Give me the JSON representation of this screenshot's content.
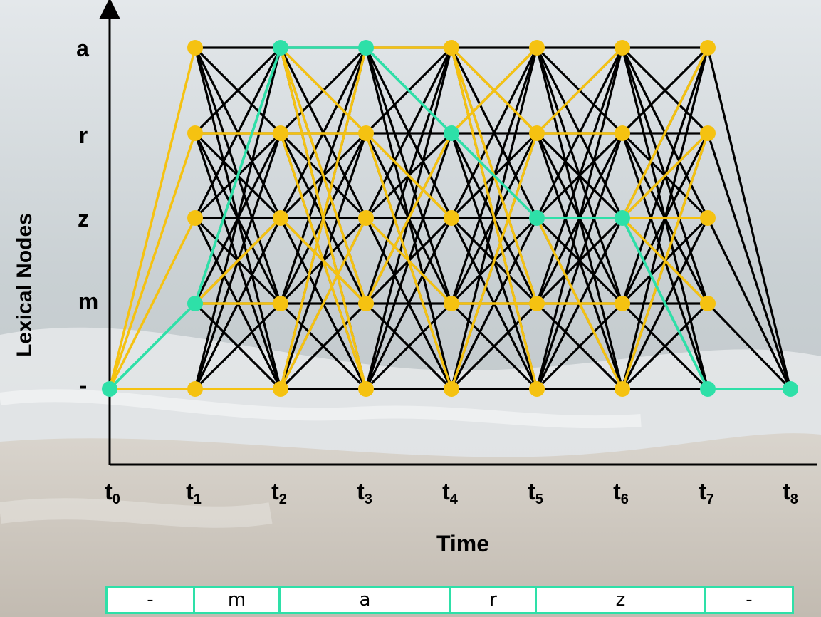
{
  "y_axis_title": "Lexical Nodes",
  "x_axis_title": "Time",
  "node_labels": [
    "a",
    "r",
    "z",
    "m",
    "-"
  ],
  "time_labels": [
    {
      "base": "t",
      "sub": "0"
    },
    {
      "base": "t",
      "sub": "1"
    },
    {
      "base": "t",
      "sub": "2"
    },
    {
      "base": "t",
      "sub": "3"
    },
    {
      "base": "t",
      "sub": "4"
    },
    {
      "base": "t",
      "sub": "5"
    },
    {
      "base": "t",
      "sub": "6"
    },
    {
      "base": "t",
      "sub": "7"
    },
    {
      "base": "t",
      "sub": "8"
    }
  ],
  "segments": [
    "-",
    "m",
    "a",
    "r",
    "z",
    "-"
  ],
  "colors": {
    "edge": "#000000",
    "partial_path": "#f5c211",
    "best_path": "#2ee0a8",
    "node": "#f5c211",
    "best_node": "#2ee0a8"
  },
  "best_path": [
    "-",
    "m",
    "a",
    "a",
    "r",
    "z",
    "z",
    "-",
    "-"
  ],
  "yellow_edges": [
    {
      "from": [
        0,
        "-"
      ],
      "to": [
        1,
        "a"
      ]
    },
    {
      "from": [
        0,
        "-"
      ],
      "to": [
        1,
        "r"
      ]
    },
    {
      "from": [
        0,
        "-"
      ],
      "to": [
        1,
        "z"
      ]
    },
    {
      "from": [
        0,
        "-"
      ],
      "to": [
        1,
        "-"
      ]
    },
    {
      "from": [
        1,
        "m"
      ],
      "to": [
        2,
        "m"
      ]
    },
    {
      "from": [
        1,
        "m"
      ],
      "to": [
        2,
        "z"
      ]
    },
    {
      "from": [
        1,
        "r"
      ],
      "to": [
        2,
        "r"
      ]
    },
    {
      "from": [
        1,
        "-"
      ],
      "to": [
        2,
        "-"
      ]
    },
    {
      "from": [
        2,
        "a"
      ],
      "to": [
        3,
        "r"
      ]
    },
    {
      "from": [
        2,
        "a"
      ],
      "to": [
        3,
        "-"
      ]
    },
    {
      "from": [
        2,
        "a"
      ],
      "to": [
        3,
        "m"
      ]
    },
    {
      "from": [
        2,
        "r"
      ],
      "to": [
        3,
        "r"
      ]
    },
    {
      "from": [
        2,
        "r"
      ],
      "to": [
        3,
        "-"
      ]
    },
    {
      "from": [
        2,
        "z"
      ],
      "to": [
        3,
        "m"
      ]
    },
    {
      "from": [
        2,
        "-"
      ],
      "to": [
        3,
        "z"
      ]
    },
    {
      "from": [
        2,
        "-"
      ],
      "to": [
        3,
        "a"
      ]
    },
    {
      "from": [
        3,
        "a"
      ],
      "to": [
        4,
        "a"
      ]
    },
    {
      "from": [
        3,
        "r"
      ],
      "to": [
        4,
        "z"
      ]
    },
    {
      "from": [
        3,
        "r"
      ],
      "to": [
        4,
        "-"
      ]
    },
    {
      "from": [
        3,
        "z"
      ],
      "to": [
        4,
        "m"
      ]
    },
    {
      "from": [
        3,
        "m"
      ],
      "to": [
        4,
        "r"
      ]
    },
    {
      "from": [
        4,
        "a"
      ],
      "to": [
        5,
        "m"
      ]
    },
    {
      "from": [
        4,
        "a"
      ],
      "to": [
        5,
        "-"
      ]
    },
    {
      "from": [
        4,
        "a"
      ],
      "to": [
        5,
        "r"
      ]
    },
    {
      "from": [
        4,
        "r"
      ],
      "to": [
        5,
        "a"
      ]
    },
    {
      "from": [
        4,
        "m"
      ],
      "to": [
        5,
        "m"
      ]
    },
    {
      "from": [
        4,
        "-"
      ],
      "to": [
        5,
        "r"
      ]
    },
    {
      "from": [
        5,
        "r"
      ],
      "to": [
        6,
        "r"
      ]
    },
    {
      "from": [
        5,
        "r"
      ],
      "to": [
        6,
        "a"
      ]
    },
    {
      "from": [
        5,
        "m"
      ],
      "to": [
        6,
        "m"
      ]
    },
    {
      "from": [
        5,
        "z"
      ],
      "to": [
        6,
        "-"
      ]
    },
    {
      "from": [
        6,
        "z"
      ],
      "to": [
        7,
        "a"
      ]
    },
    {
      "from": [
        6,
        "z"
      ],
      "to": [
        7,
        "r"
      ]
    },
    {
      "from": [
        6,
        "z"
      ],
      "to": [
        7,
        "z"
      ]
    },
    {
      "from": [
        6,
        "z"
      ],
      "to": [
        7,
        "m"
      ]
    },
    {
      "from": [
        6,
        "-"
      ],
      "to": [
        7,
        "r"
      ]
    }
  ]
}
